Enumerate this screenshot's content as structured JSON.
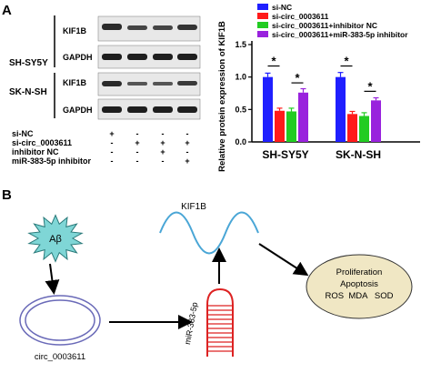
{
  "panel_a": {
    "label": "A",
    "blot": {
      "sections": [
        {
          "cell_line": "SH-SY5Y",
          "rows": [
            "KIF1B",
            "GAPDH"
          ]
        },
        {
          "cell_line": "SK-N-SH",
          "rows": [
            "KIF1B",
            "GAPDH"
          ]
        }
      ],
      "conditions": [
        {
          "name": "si-NC",
          "signs": [
            "+",
            "-",
            "-",
            "-"
          ]
        },
        {
          "name": "si-circ_0003611",
          "signs": [
            "-",
            "+",
            "+",
            "+"
          ]
        },
        {
          "name": "inhibitor NC",
          "signs": [
            "-",
            "-",
            "+",
            "-"
          ]
        },
        {
          "name": "miR-383-5p inhibitor",
          "signs": [
            "-",
            "-",
            "-",
            "+"
          ]
        }
      ]
    }
  },
  "chart_data": {
    "type": "bar",
    "ylabel": "Relative protein expression of KIF1B",
    "ylim": [
      0,
      1.5
    ],
    "yticks": [
      0.0,
      0.5,
      1.0,
      1.5
    ],
    "categories": [
      "SH-SY5Y",
      "SK-N-SH"
    ],
    "legend_position": "top-right",
    "series": [
      {
        "name": "si-NC",
        "color": "#1f1fff",
        "values": [
          1.0,
          1.0
        ],
        "errors": [
          0.06,
          0.07
        ]
      },
      {
        "name": "si-circ_0003611",
        "color": "#ff1a1a",
        "values": [
          0.48,
          0.43
        ],
        "errors": [
          0.04,
          0.04
        ]
      },
      {
        "name": "si-circ_0003611+inhibitor NC",
        "color": "#22cc22",
        "values": [
          0.47,
          0.4
        ],
        "errors": [
          0.05,
          0.05
        ]
      },
      {
        "name": "si-circ_0003611+miR-383-5p inhibitor",
        "color": "#9922dd",
        "values": [
          0.76,
          0.64
        ],
        "errors": [
          0.06,
          0.04
        ]
      }
    ],
    "significance": [
      {
        "category": 0,
        "from": 0,
        "to": 1,
        "label": "*",
        "y": 1.17
      },
      {
        "category": 0,
        "from": 2,
        "to": 3,
        "label": "*",
        "y": 0.91
      },
      {
        "category": 1,
        "from": 0,
        "to": 1,
        "label": "*",
        "y": 1.17
      },
      {
        "category": 1,
        "from": 2,
        "to": 3,
        "label": "*",
        "y": 0.78
      }
    ]
  },
  "panel_b": {
    "label": "B",
    "abeta": "Aβ",
    "circ_label": "circ_0003611",
    "mirna_label": "miR-383-5p",
    "kif1b_label": "KIF1B",
    "outcome_lines": [
      "Proliferation",
      "Apoptosis",
      "ROS  MDA   SOD"
    ]
  }
}
